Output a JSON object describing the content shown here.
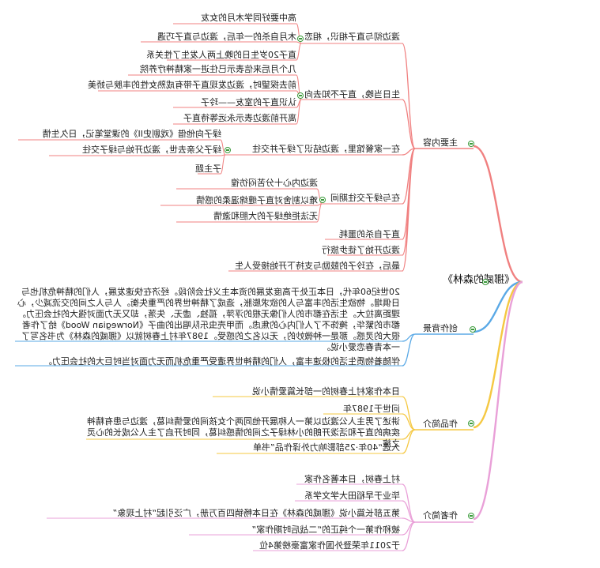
{
  "root": {
    "title": "《挪威的森林》"
  },
  "branches": [
    {
      "label": "主要内容",
      "color": "#f08080",
      "children": [
        {
          "label": "渡边彻与直子相识，相恋",
          "children": [
            "高中要好同学木月的女友",
            "木月自杀的一年后，渡边与直子巧遇",
            "直子20岁生日的晚上两人发生了性关系"
          ]
        },
        {
          "label": "生日当晚，直子不知去向",
          "children": [
            "几个月后来信表示已住进一家精神疗养院",
            "前去探望时，渡边发现直子带有成熟女性的丰腴与娇美",
            "认识直子的室友——玲子",
            "离开前渡边表示永远等待直子"
          ]
        },
        {
          "label": "在一家餐馆里，渡边结识了绿子并交往",
          "children": [
            "绿子向他借《戏剧史II》的课堂笔记，日久生情",
            "绿子父亲去世，渡边开始与绿子交往",
            "子主题"
          ]
        },
        {
          "label": "在与绿子交往期间",
          "children": [
            "渡边内心十分苦闷彷徨",
            "难以割舍对直子缠绵温柔的感情",
            "无法拒绝绿子的大胆和激情"
          ]
        },
        {
          "label": "直子自杀的噩耗",
          "children": []
        },
        {
          "label": "渡边开始了徒步旅行",
          "children": []
        },
        {
          "label": "最后，在玲子的鼓励与支持下开始接受人生",
          "children": []
        }
      ]
    },
    {
      "label": "创作背景",
      "color": "#5aa9e6",
      "children": [
        {
          "label": "20世纪60年代，日本正处于高度发展的资本主义社会阶段。经济在快速发展，人们的精神危机也与日俱增。物欲生活的丰富与人的欲求膨胀，造成了精神世界的严重失衡。人与人之间的交流减少，心理距离拉大。生活在都市的人们像无根的浮萍，孤独、虚无、失落，却又无力面对强大的社会压力。都市的繁华，掩饰不了人们内心的焦虑。而甲壳虫乐队唱出的曲子《Norwegian Wood》给了作者很大的灵感。那是一种微妙的，无以名之的感受。1987年村上春树就以《挪威的森林》为书名写了一本青春恋爱小说。",
          "children": []
        },
        {
          "label": "伴随着物质生活的极速丰富，人们的精神世界遭受严重危机而无力面对当时巨大的社会压力。",
          "children": []
        }
      ]
    },
    {
      "label": "作品简介",
      "color": "#f5c842",
      "children": [
        {
          "label": "日本作家村上春树的一部长篇爱情小说",
          "children": []
        },
        {
          "label": "问世于1987年",
          "children": []
        },
        {
          "label": "讲述了男主人公渡边以第一人称展开他同两个女孩间的爱情纠葛，渡边与患有精神疾病的直子和活泼开朗的小林绿子之间的情感纠葛，同时开启了主人公成长的心灵之旅",
          "children": []
        },
        {
          "label": "入选“40年·25部影响力外译作品”书单",
          "children": []
        }
      ]
    },
    {
      "label": "作者简介",
      "color": "#e9a0d8",
      "children": [
        {
          "label": "村上春树，日本著名作家",
          "children": []
        },
        {
          "label": "毕业于早稻田大学文学系",
          "children": []
        },
        {
          "label": "第五部长篇小说《挪威的森林》在日本畅销四百万册，广泛引起“村上现象”",
          "children": []
        },
        {
          "label": "被称作第一个纯正的“二战后时期作家”",
          "children": []
        },
        {
          "label": "于2011年荣登外国作家富豪榜第4位",
          "children": []
        }
      ]
    }
  ]
}
